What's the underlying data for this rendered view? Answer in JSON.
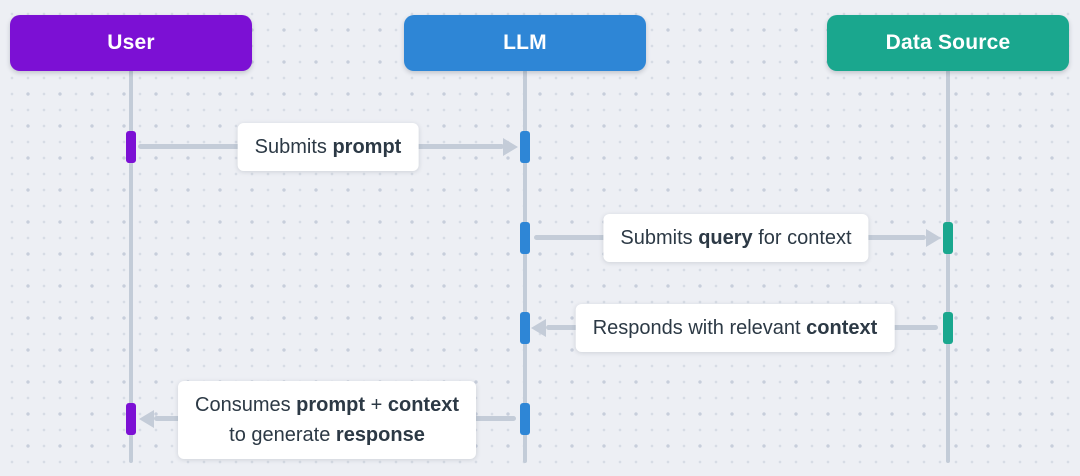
{
  "diagram": {
    "type": "sequence-diagram",
    "actors": [
      {
        "id": "user",
        "label": "User",
        "color": "#7c10d4"
      },
      {
        "id": "llm",
        "label": "LLM",
        "color": "#2e86d6"
      },
      {
        "id": "data-source",
        "label": "Data Source",
        "color": "#1aa78e"
      }
    ],
    "messages": [
      {
        "from": "User",
        "to": "LLM",
        "arrow_direction": "right",
        "lines": [
          {
            "segments": [
              {
                "text": "Submits ",
                "bold": false
              },
              {
                "text": "prompt",
                "bold": true
              }
            ]
          }
        ]
      },
      {
        "from": "LLM",
        "to": "Data Source",
        "arrow_direction": "right",
        "lines": [
          {
            "segments": [
              {
                "text": "Submits ",
                "bold": false
              },
              {
                "text": "query",
                "bold": true
              },
              {
                "text": " for context",
                "bold": false
              }
            ]
          }
        ]
      },
      {
        "from": "Data Source",
        "to": "LLM",
        "arrow_direction": "left",
        "lines": [
          {
            "segments": [
              {
                "text": "Responds with relevant ",
                "bold": false
              },
              {
                "text": "context",
                "bold": true
              }
            ]
          }
        ]
      },
      {
        "from": "LLM",
        "to": "User",
        "arrow_direction": "left",
        "lines": [
          {
            "segments": [
              {
                "text": "Consumes ",
                "bold": false
              },
              {
                "text": "prompt",
                "bold": true
              },
              {
                "text": " + ",
                "bold": false
              },
              {
                "text": "context",
                "bold": true
              }
            ]
          },
          {
            "segments": [
              {
                "text": "to generate ",
                "bold": false
              },
              {
                "text": "response",
                "bold": true
              }
            ]
          }
        ]
      }
    ]
  },
  "colors": {
    "background": "#edeff4",
    "grid_dot": "#c7cedb",
    "actor_user": "#7c10d4",
    "actor_llm": "#2e86d6",
    "actor_data_source": "#1aa78e",
    "lifeline": "#c3ccd8",
    "arrow": "#c4ccd8",
    "label_background": "#ffffff",
    "label_text": "#2c3945"
  }
}
